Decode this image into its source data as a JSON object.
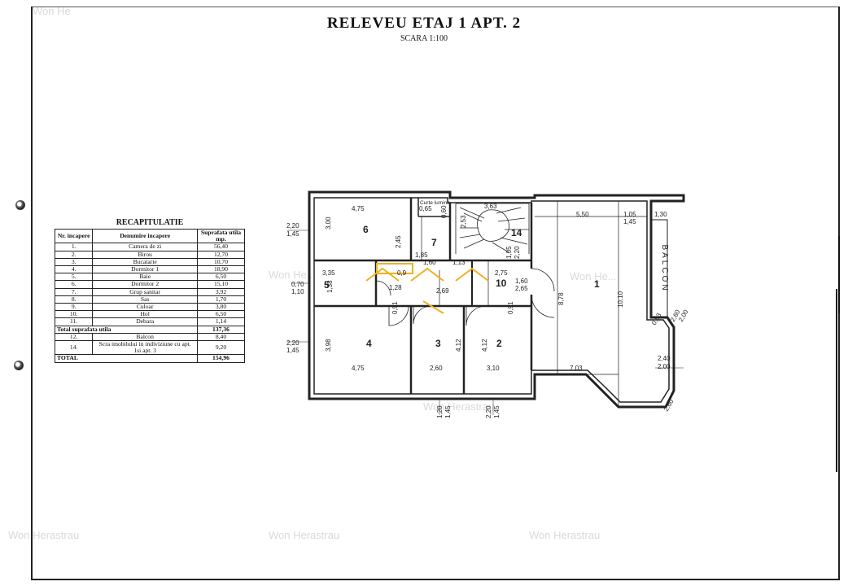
{
  "drawing": {
    "title": "RELEVEU ETAJ 1 APT. 2",
    "scale": "SCARA 1:100"
  },
  "watermarks": [
    "Won He",
    "Won He...",
    "Won Herastrau",
    "Won He...",
    "Won Herastrau",
    "Won Herastrau",
    "Won Herastrau"
  ],
  "recap": {
    "title": "RECAPITULATIE",
    "headers": [
      "Nr. incapere",
      "Denumire incapere",
      "Suprafata utila mp."
    ],
    "rows": [
      {
        "nr": "1.",
        "name": "Camera de zi",
        "area": "56,40"
      },
      {
        "nr": "2.",
        "name": "Birou",
        "area": "12,70"
      },
      {
        "nr": "3.",
        "name": "Bucatarie",
        "area": "10,70"
      },
      {
        "nr": "4.",
        "name": "Dormitor 1",
        "area": "18,90"
      },
      {
        "nr": "5.",
        "name": "Baie",
        "area": "6,50"
      },
      {
        "nr": "6.",
        "name": "Dormitor 2",
        "area": "15,10"
      },
      {
        "nr": "7.",
        "name": "Grup sanitar",
        "area": "3,92"
      },
      {
        "nr": "8.",
        "name": "Sas",
        "area": "1,70"
      },
      {
        "nr": "9.",
        "name": "Culoar",
        "area": "3,80"
      },
      {
        "nr": "10.",
        "name": "Hol",
        "area": "6,50"
      },
      {
        "nr": "11.",
        "name": "Debara",
        "area": "1,14"
      }
    ],
    "total_useful_label": "Total suprafata utila",
    "total_useful": "137,36",
    "extra_rows": [
      {
        "nr": "12.",
        "name": "Balcon",
        "area": "8,40"
      },
      {
        "nr": "14.",
        "name": "Scra imobilului in indiviziune cu apt. 1si apt. 3",
        "area": "9,20"
      }
    ],
    "total_label": "TOTAL",
    "total": "154,96"
  },
  "plan": {
    "room_numbers": [
      "6",
      "7",
      "14",
      "1",
      "5",
      "10",
      "4",
      "3",
      "2"
    ],
    "balcony_label": "BALCON",
    "courtyard_label": "Curte lumina",
    "dimensions": {
      "d475_top": "4,75",
      "d363": "3,63",
      "d550": "5,50",
      "d105": "1,05",
      "d145a": "1,45",
      "d130": "1,30",
      "d300": "3,00",
      "d253": "2,53",
      "d185": "1,85",
      "d245": "2,45",
      "d105b": "1,05",
      "d220b": "2,20",
      "d220_l1": "2,20",
      "d145_l1": "1,45",
      "d070": "0,70",
      "d110": "1,10",
      "d220_l2": "2,20",
      "d145_l2": "1,45",
      "d335": "3,35",
      "d138": "1,38",
      "d128": "1,28",
      "d160": "1,60",
      "d113": "1,13",
      "d275": "2,75",
      "d160b": "1,60",
      "d265": "2,65",
      "d878": "8,78",
      "d1010": "10,10",
      "d398": "3,98",
      "d412a": "4,12",
      "d412b": "4,12",
      "d091a": "0,91",
      "d091b": "0,91",
      "d475_bot": "4,75",
      "d260": "2,60",
      "d310": "3,10",
      "d703": "7,03",
      "d240": "2,40",
      "d200": "2,00",
      "d120": "1,20",
      "d145_b1": "1,45",
      "d220_b2": "2,20",
      "d145_b2": "1,45",
      "d260r": "2,60",
      "d200r": "2,00",
      "d083": "0,83",
      "d260r2": "2,60",
      "d269": "2,69",
      "d09": "0,9",
      "d065": "0,65",
      "d060": "0,60"
    }
  },
  "overlay_colors": {
    "ink": "#222222",
    "accent": "#f0b020",
    "paper": "#ffffff",
    "watermark": "#d9d9d9"
  }
}
